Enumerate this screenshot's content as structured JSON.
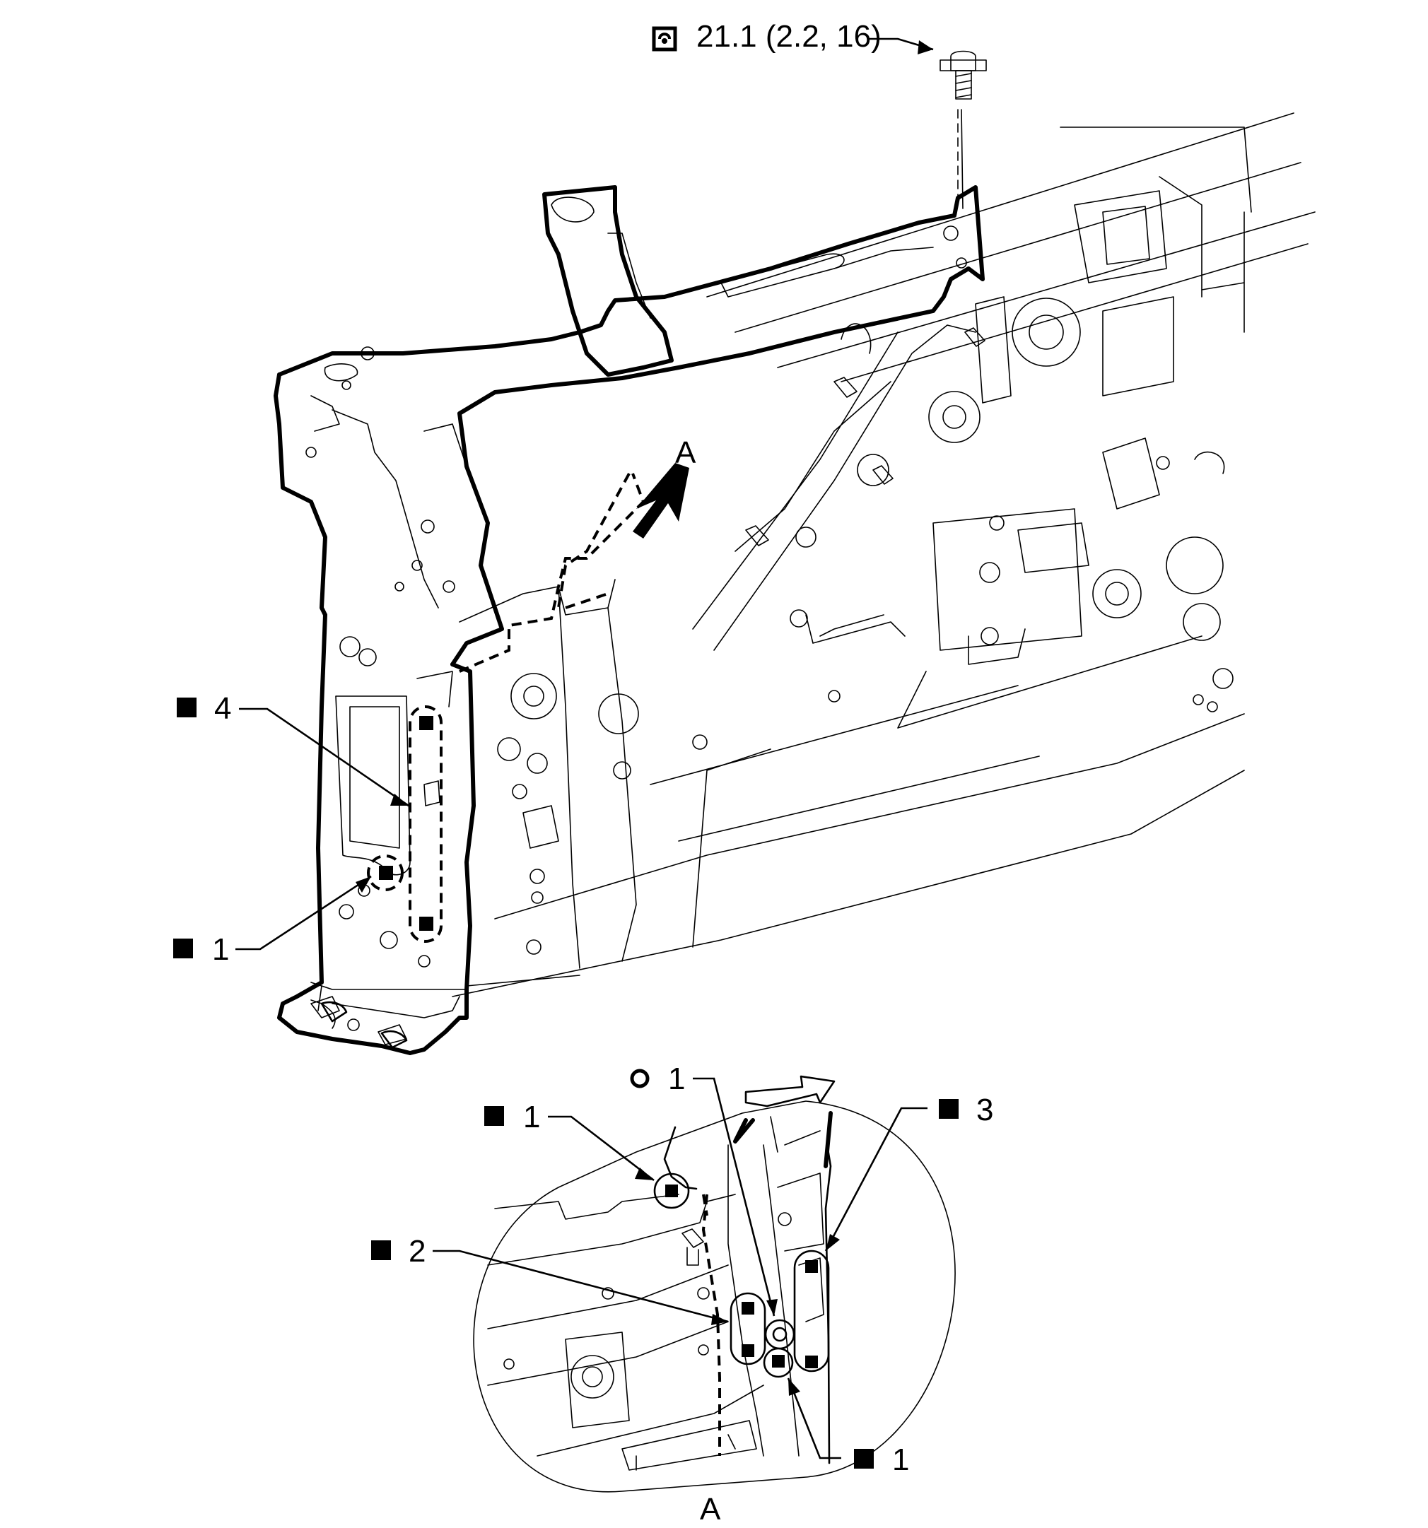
{
  "torque": {
    "icon": "torque-wrench-icon",
    "label": "21.1 (2.2, 16)"
  },
  "view": {
    "arrow_label": "A",
    "detail_label": "A"
  },
  "callouts": {
    "c4": {
      "symbol": "square-weld-icon",
      "text": "4"
    },
    "c1_main": {
      "symbol": "square-weld-icon",
      "text": "1"
    },
    "c1_circle": {
      "symbol": "circle-weld-icon",
      "text": "1"
    },
    "c1_detail_left": {
      "symbol": "square-weld-icon",
      "text": "1"
    },
    "c2": {
      "symbol": "square-weld-icon",
      "text": "2"
    },
    "c3": {
      "symbol": "square-weld-icon",
      "text": "3"
    },
    "c1_detail_bottom": {
      "symbol": "square-weld-icon",
      "text": "1"
    }
  },
  "colors": {
    "line": "#000000",
    "background": "#ffffff"
  }
}
